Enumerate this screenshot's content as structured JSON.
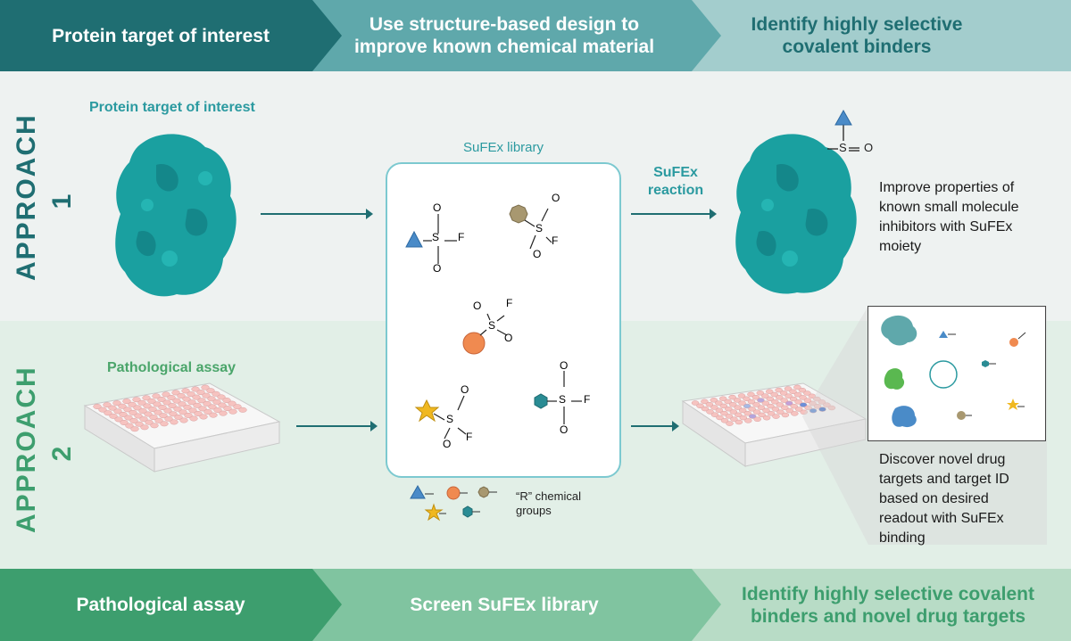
{
  "top_band": {
    "step1": "Protein target of interest",
    "step2_line1": "Use structure-based design to",
    "step2_line2": "improve known chemical material",
    "step3_line1": "Identify highly selective",
    "step3_line2": "covalent binders"
  },
  "bottom_band": {
    "step1": "Pathological assay",
    "step2": "Screen SuFEx library",
    "step3_line1": "Identify highly selective covalent",
    "step3_line2": "binders and novel drug targets"
  },
  "approach1": {
    "side_label": "APPROACH 1",
    "protein_label": "Protein target of interest",
    "reaction_line1": "SuFEx",
    "reaction_line2": "reaction",
    "desc_lines": [
      "Improve properties of",
      "known small molecule",
      "inhibitors with SuFEx",
      "moiety"
    ]
  },
  "approach2": {
    "side_label": "APPROACH 2",
    "assay_label": "Pathological assay",
    "desc_lines": [
      "Discover novel drug",
      "targets and target ID",
      "based on desired",
      "readout with SuFEx",
      "binding"
    ]
  },
  "library": {
    "title": "SuFEx library",
    "atom_S": "S",
    "atom_O": "O",
    "atom_F": "F",
    "r_groups_line1": "“R” chemical",
    "r_groups_line2": "groups"
  },
  "colors": {
    "dark_teal": "#1f6e72",
    "mid_teal": "#5fa8ab",
    "light_teal": "#a3cdcd",
    "protein": "#1aa0a0",
    "dark_green": "#3d9e6e",
    "mid_green": "#80c4a0",
    "light_green": "#b8dcc6",
    "triangle": "#4a8bc8",
    "octagon": "#a89870",
    "circle": "#f08a50",
    "star": "#f0b820",
    "hexagon": "#2a8c94"
  }
}
